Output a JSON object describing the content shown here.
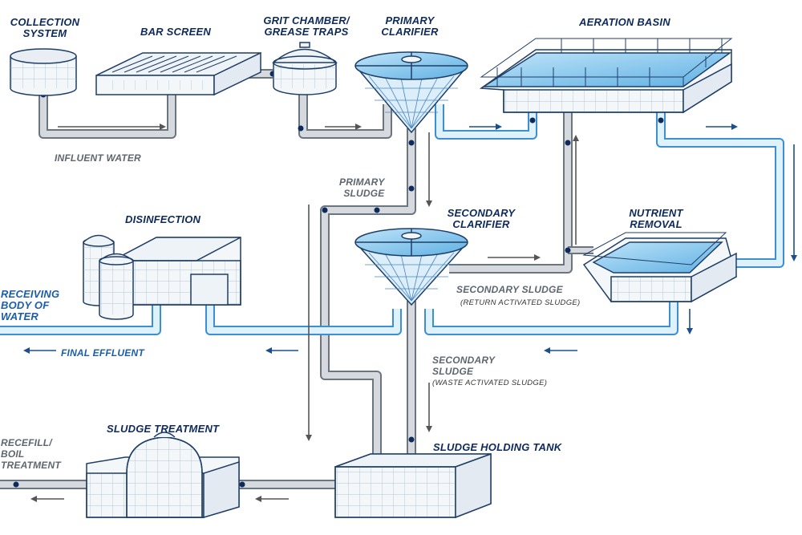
{
  "labels": {
    "collection_system": "COLLECTION\nSYSTEM",
    "bar_screen": "BAR SCREEN",
    "grit_chamber": "GRIT CHAMBER/\nGREASE TRAPS",
    "primary_clarifier": "PRIMARY\nCLARIFIER",
    "aeration_basin": "AERATION BASIN",
    "influent_water": "INFLUENT WATER",
    "primary_sludge": "PRIMARY\nSLUDGE",
    "disinfection": "DISINFECTION",
    "secondary_clarifier": "SECONDARY\nCLARIFIER",
    "nutrient_removal": "NUTRIENT\nREMOVAL",
    "receiving_body": "RECEIVING\nBODY OF\nWATER",
    "secondary_sludge_return": "SECONDARY SLUDGE",
    "return_activated_sludge": "(RETURN ACTIVATED SLUDGE)",
    "final_effluent": "FINAL EFFLUENT",
    "secondary_sludge_waste": "SECONDARY\nSLUDGE",
    "waste_activated_sludge": "(WASTE ACTIVATED SLUDGE)",
    "sludge_treatment": "SLUDGE TREATMENT",
    "sludge_holding_tank": "SLUDGE HOLDING TANK",
    "recefill": "RECEFILL/\nBOIL\nTREATMENT"
  },
  "colors": {
    "pipe_fill": "#d6dade",
    "pipe_edge": "#6b7580",
    "water_pipe": "#dff1fb",
    "water_edge": "#3b8fd4",
    "tank_edge": "#1f3e66",
    "tank_fill": "#f4f7fa",
    "water": "#8fcdf0",
    "arrow": "#1b4f8c",
    "navy": "#0e2a5c"
  }
}
